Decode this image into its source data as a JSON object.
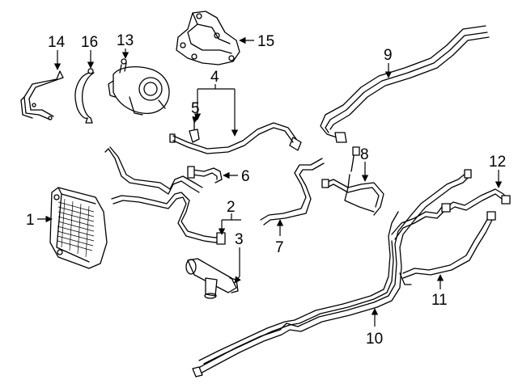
{
  "diagram": {
    "callouts": [
      {
        "id": "c1",
        "label": "1"
      },
      {
        "id": "c2",
        "label": "2"
      },
      {
        "id": "c3",
        "label": "3"
      },
      {
        "id": "c4",
        "label": "4"
      },
      {
        "id": "c5",
        "label": "5"
      },
      {
        "id": "c6",
        "label": "6"
      },
      {
        "id": "c7",
        "label": "7"
      },
      {
        "id": "c8",
        "label": "8"
      },
      {
        "id": "c9",
        "label": "9"
      },
      {
        "id": "c10",
        "label": "10"
      },
      {
        "id": "c11",
        "label": "11"
      },
      {
        "id": "c12",
        "label": "12"
      },
      {
        "id": "c13",
        "label": "13"
      },
      {
        "id": "c14",
        "label": "14"
      },
      {
        "id": "c15",
        "label": "15"
      },
      {
        "id": "c16",
        "label": "16"
      }
    ]
  }
}
